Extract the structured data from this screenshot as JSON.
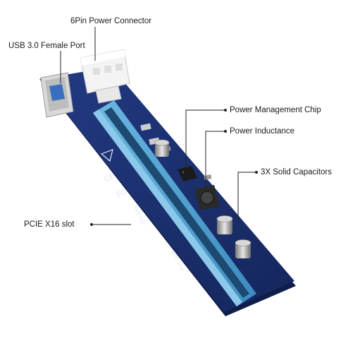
{
  "labels": {
    "six_pin": "6Pin Power Connector",
    "usb": "USB 3.0 Female Port",
    "power_chip": "Power Management Chip",
    "inductance": "Power Inductance",
    "capacitors": "3X Solid Capacitors",
    "pcie_slot": "PCIE X16 slot"
  },
  "board": {
    "brand_text": "PCE-164P",
    "version_text": "VER 006C"
  },
  "colors": {
    "pcb": "#1a2f6e",
    "pcb_edge": "#0f1d4a",
    "slot": "#5aa9d6",
    "slot_dark": "#3a86b8",
    "connector": "#f2f2f2",
    "leader": "#222222"
  }
}
